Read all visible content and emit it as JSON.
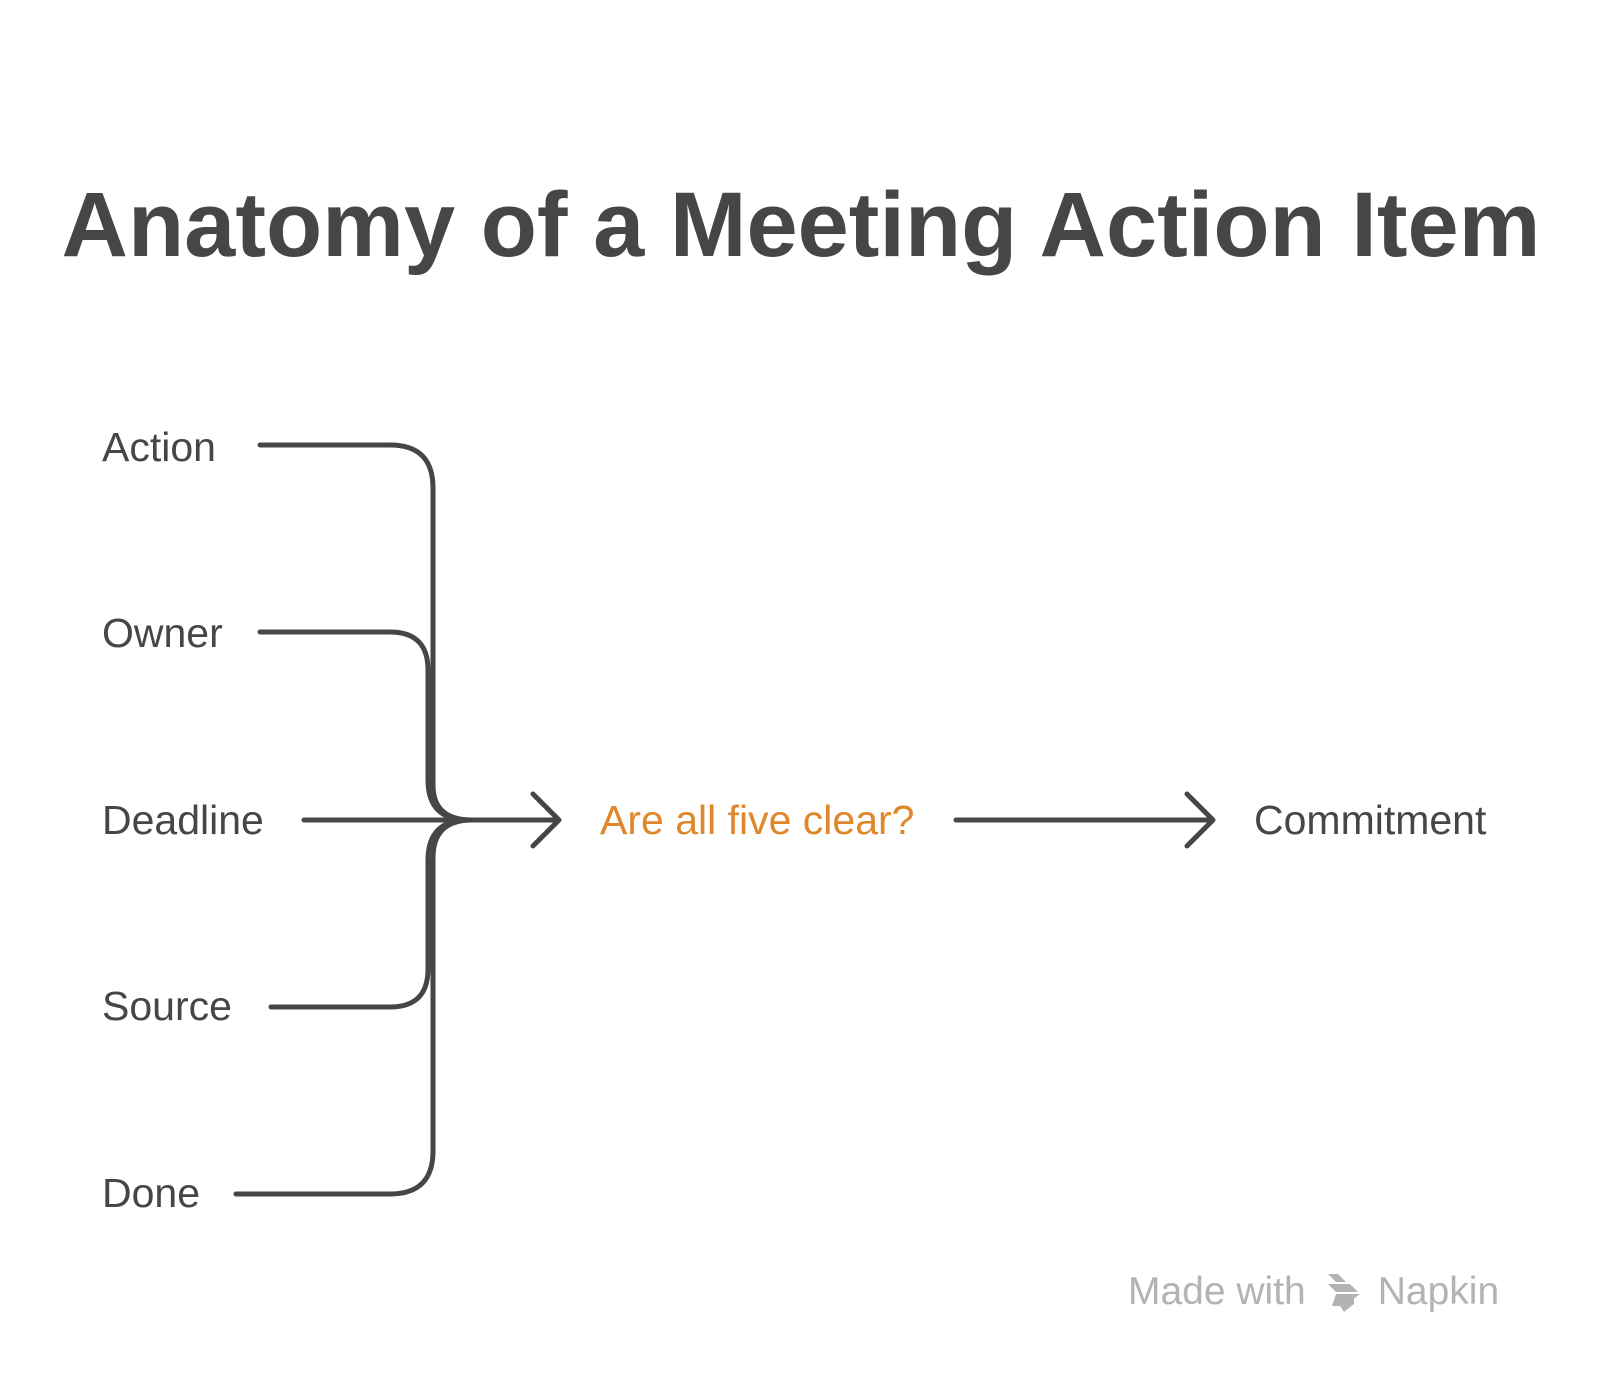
{
  "title": "Anatomy of a Meeting Action Item",
  "inputs": [
    {
      "label": "Action"
    },
    {
      "label": "Owner"
    },
    {
      "label": "Deadline"
    },
    {
      "label": "Source"
    },
    {
      "label": "Done"
    }
  ],
  "decision": {
    "label": "Are all five clear?"
  },
  "outcome": {
    "label": "Commitment"
  },
  "watermark": {
    "prefix": "Made with",
    "brand": "Napkin",
    "icon": "napkin-logo-icon"
  },
  "colors": {
    "line": "#464646",
    "text": "#464646",
    "decision_text": "#E0872B",
    "watermark": "#b3b3b3"
  }
}
